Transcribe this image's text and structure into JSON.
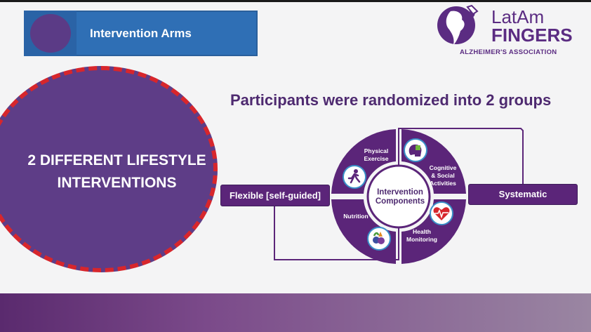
{
  "section": {
    "title": "Intervention Arms"
  },
  "callout": {
    "line1": "2 DIFFERENT LIFESTYLE",
    "line2": "INTERVENTIONS"
  },
  "logo": {
    "line1": "LatAm",
    "line2": "FINGERS",
    "org": "ALZHEIMER'S ASSOCIATION"
  },
  "headline": "Participants were randomized into 2 groups",
  "groups": {
    "left": "Flexible [self-guided]",
    "right": "Systematic"
  },
  "diagram": {
    "center_line1": "Intervention",
    "center_line2": "Components",
    "segments": [
      {
        "line1": "Physical",
        "line2": "Exercise",
        "icon": "running-person-icon"
      },
      {
        "line1": "Cognitive",
        "line2": "& Social",
        "line3": "Activities",
        "icon": "brain-puzzle-icon"
      },
      {
        "line1": "Health",
        "line2": "Monitoring",
        "icon": "heart-monitor-icon"
      },
      {
        "line1": "Nutrition",
        "icon": "vegetables-icon"
      }
    ]
  },
  "colors": {
    "purple": "#5b2579",
    "blue": "#2f6fb5",
    "red_dash": "#d7262c",
    "ring_blue": "#3a8fc7"
  }
}
